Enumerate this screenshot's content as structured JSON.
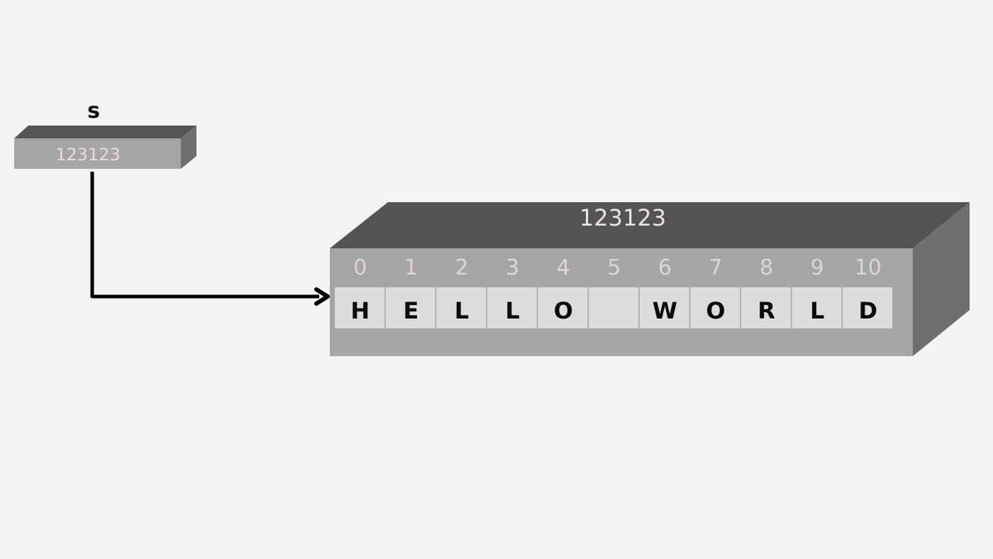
{
  "pointer": {
    "name": "s",
    "value": "123123"
  },
  "memory_block": {
    "address": "123123",
    "cells": [
      {
        "index": "0",
        "char": "H"
      },
      {
        "index": "1",
        "char": "E"
      },
      {
        "index": "2",
        "char": "L"
      },
      {
        "index": "3",
        "char": "L"
      },
      {
        "index": "4",
        "char": "O"
      },
      {
        "index": "5",
        "char": ""
      },
      {
        "index": "6",
        "char": "W"
      },
      {
        "index": "7",
        "char": "O"
      },
      {
        "index": "8",
        "char": "R"
      },
      {
        "index": "9",
        "char": "L"
      },
      {
        "index": "10",
        "char": "D"
      }
    ]
  },
  "colors": {
    "background": "#f4f3f1",
    "box_top": "#545454",
    "box_front": "#a5a5a5",
    "box_side": "#6f6f6f",
    "cell_fill": "#dcdcdc",
    "arrow": "#000000"
  }
}
